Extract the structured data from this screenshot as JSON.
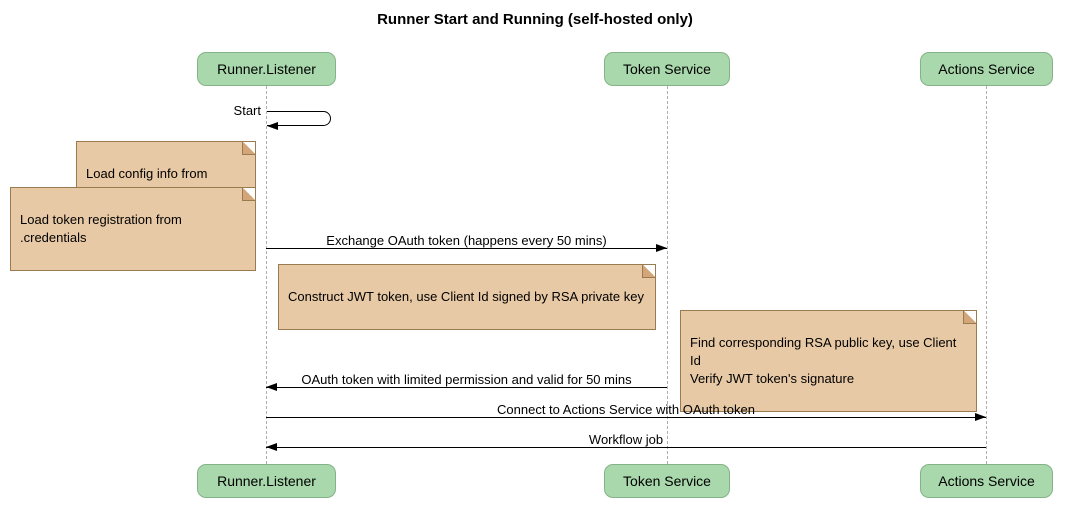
{
  "title": "Runner Start and Running (self-hosted only)",
  "participants": {
    "runner_listener": "Runner.Listener",
    "token_service": "Token Service",
    "actions_service": "Actions Service"
  },
  "messages": {
    "start": "Start",
    "exchange": "Exchange OAuth token (happens every 50 mins)",
    "oauth_return": "OAuth token with limited permission and valid for 50 mins",
    "connect": "Connect to Actions Service with OAuth token",
    "workflow": "Workflow job"
  },
  "notes": {
    "load_config": "Load config info from .runner",
    "load_token": "Load token registration from .credentials",
    "construct_jwt": "Construct JWT token, use Client Id signed by RSA private key",
    "find_rsa": "Find corresponding RSA public key, use Client Id\nVerify JWT token's signature"
  },
  "colors": {
    "participant_fill": "#a8d8ab",
    "participant_border": "#85b389",
    "note_fill": "#e8c9a5",
    "note_border": "#9a7b4f",
    "lifeline": "#adadad",
    "arrow": "#000000",
    "background": "#ffffff"
  }
}
